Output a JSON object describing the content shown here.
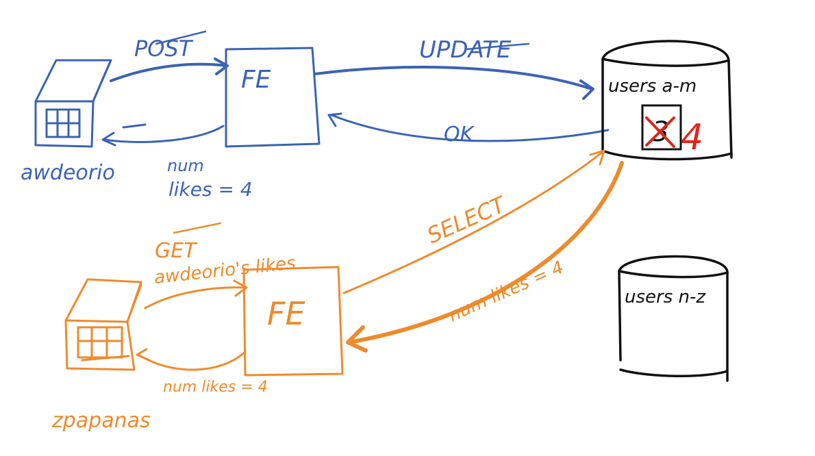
{
  "colors": {
    "top_flow": "#3b63b5",
    "bottom_flow": "#ef8a2c",
    "database": "#111111",
    "correction": "#e0261b"
  },
  "top": {
    "client_label": "awdeorio",
    "frontend_label": "FE",
    "request_label": "POST",
    "update_label": "UPDATE",
    "ok_label": "OK",
    "response_line1": "num",
    "response_line2": "likes = 4"
  },
  "bottom": {
    "client_label": "zpapanas",
    "frontend_label": "FE",
    "request_line1": "GET",
    "request_line2": "awdeorio's likes",
    "select_label": "SELECT",
    "db_response_label": "num likes = 4",
    "response_label": "num likes = 4"
  },
  "databases": {
    "shard_a": {
      "label": "users a-m",
      "old_value": "3",
      "new_value": "4"
    },
    "shard_b": {
      "label": "users n-z"
    }
  }
}
